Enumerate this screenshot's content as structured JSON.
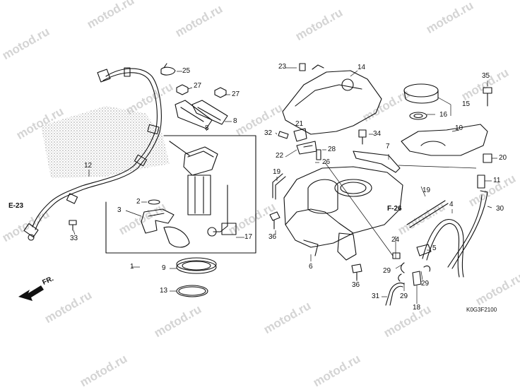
{
  "watermark": "motod.ru",
  "refs": {
    "e23": "E-23",
    "f26": "F-26",
    "front": "FR."
  },
  "diagram_code": "K0G3F2100",
  "labels": {
    "n1": "1",
    "n2": "2",
    "n3": "3",
    "n4": "4",
    "n5": "5",
    "n6": "6",
    "n7": "7",
    "n8a": "8",
    "n8b": "8",
    "n9": "9",
    "n10": "10",
    "n11": "11",
    "n12": "12",
    "n13": "13",
    "n14": "14",
    "n15": "15",
    "n16": "16",
    "n17": "17",
    "n18": "18",
    "n19a": "19",
    "n19b": "19",
    "n20": "20",
    "n21": "21",
    "n22": "22",
    "n23": "23",
    "n24": "24",
    "n25": "25",
    "n26": "26",
    "n27a": "27",
    "n27b": "27",
    "n28": "28",
    "n29a": "29",
    "n29b": "29",
    "n29c": "29",
    "n30": "30",
    "n31": "31",
    "n32": "32",
    "n33": "33",
    "n34": "34",
    "n35": "35",
    "n36a": "36",
    "n36b": "36"
  }
}
